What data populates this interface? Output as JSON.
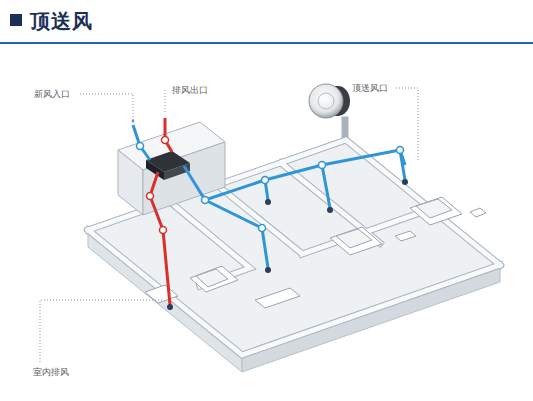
{
  "diagram": {
    "title": "顶送风",
    "labels": [
      "新风入口",
      "排风出口",
      "顶送风口",
      "室内排风"
    ]
  }
}
